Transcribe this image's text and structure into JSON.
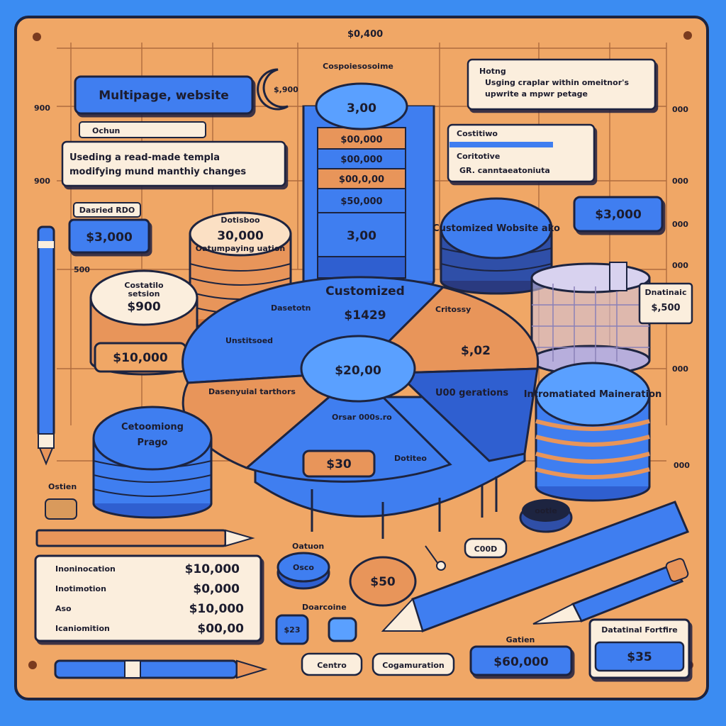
{
  "palette": {
    "background": "#3b8cf2",
    "board": "#f0a766",
    "blue": "#3f7ef0",
    "dark": "#1d2440",
    "cream": "#fbeedd",
    "orange": "#e8955a"
  },
  "axis_ticks": {
    "top": "$0,400",
    "left_1": "900",
    "left_2": "900",
    "left_3": "500",
    "right_1": "000",
    "right_2": "000",
    "right_3": "000",
    "right_4": "000",
    "right_5": "000",
    "right_6": "000"
  },
  "header": {
    "title": "Multipage, website",
    "subtitle": "Ochun",
    "moon_price": "$,900"
  },
  "note_template": {
    "line1": "Useding a read-made templa",
    "line2": "modifying mund manthiy changes"
  },
  "note_top_right": {
    "title": "Hotng",
    "line1": "Usging craplar within omeitnor's",
    "line2": "upwrite a mpwr petage"
  },
  "card_right": {
    "title": "Costitiwo",
    "line1": "Coritotive",
    "line2": "GR. canntaeatoniuta"
  },
  "tall_stack": {
    "caption": "Cospoiesosoime",
    "top": "3,00",
    "band_1": "$00,000",
    "band_2": "$00,000",
    "band_3": "$00,0,00",
    "band_4": "$50,000",
    "middle": "3,00"
  },
  "left_badge": {
    "caption": "Dasried RDO",
    "value": "$3,000"
  },
  "orange_stack": {
    "value": "30,000",
    "caption": "Oatumpaying uation",
    "top": "Dotisboo"
  },
  "cream_cylinder": {
    "title": "Costatilo",
    "subtitle": "setsion",
    "value": "$900"
  },
  "left_cylinder_value": "$10,000",
  "customized_stack": "Customized Wobsite ako",
  "price_right": "$3,000",
  "cup_label": {
    "title": "Dnatinaic",
    "value": "$,500"
  },
  "pie": {
    "title": "Customized",
    "total": "$1429",
    "center": "$20,00",
    "blue_label_1": "Dasetotn",
    "blue_label_2": "Unstitsoed",
    "orange_label_1": "Critossy",
    "orange_value": "$,02",
    "orange_label_2": "Dasenyuial tarthors",
    "bottom_label": "Orsar 000s.ro",
    "bottom_small": "Dotiteo",
    "dark_label": "U00 gerations",
    "price_tag": "$30"
  },
  "maintenance_stack": "Intromatiated Maineration",
  "left_stack": {
    "line1": "Cetoomiong",
    "line2": "Prago"
  },
  "small_pot": "Ostien",
  "coin_right": "ootle",
  "token_1": {
    "caption": "Oatuon",
    "label": "Osco"
  },
  "token_2": {
    "caption": "Doarcoine",
    "label": "$23"
  },
  "coin_orange": "$50",
  "tag_right": "C00D",
  "info_table": {
    "rows": [
      {
        "label": "Inoninocation",
        "value": "$10,000"
      },
      {
        "label": "Inotimotion",
        "value": "$0,000"
      },
      {
        "label": "Aso",
        "value": "$10,000"
      },
      {
        "label": "Icaniomition",
        "value": "$00,00"
      }
    ]
  },
  "bottom_buttons": {
    "centro": "Centro",
    "cognimation": "Cogamuration",
    "price_caption": "Gatien",
    "price": "$60,000"
  },
  "bottom_card": {
    "title": "Datatinal Fortfire",
    "value": "$35"
  }
}
